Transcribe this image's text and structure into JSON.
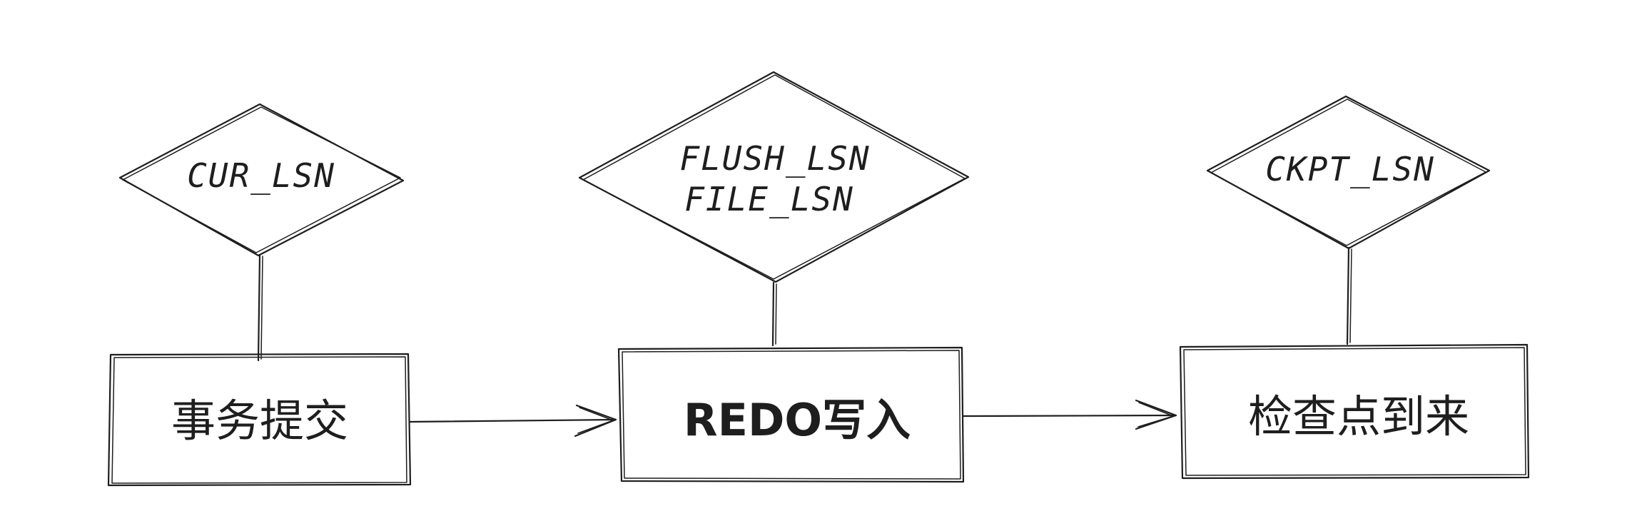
{
  "nodes": {
    "transaction_commit": {
      "label": "事务提交",
      "attribute": "CUR_LSN"
    },
    "redo_write": {
      "label": "REDO写入",
      "attribute_line1": "FLUSH_LSN",
      "attribute_line2": "FILE_LSN"
    },
    "checkpoint_arrival": {
      "label": "检查点到来",
      "attribute": "CKPT_LSN"
    }
  }
}
